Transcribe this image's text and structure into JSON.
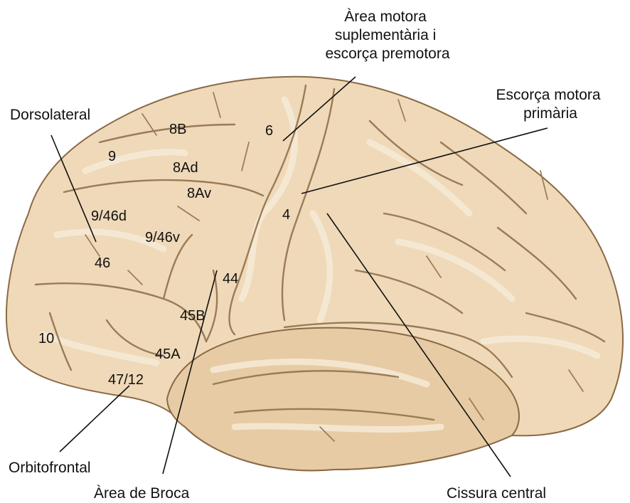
{
  "labels": {
    "sma": [
      "Àrea motora",
      "suplementària i",
      "escorça premotora"
    ],
    "primary_motor": [
      "Escorça motora",
      "primària"
    ],
    "dorsolateral": "Dorsolateral",
    "orbitofrontal": "Orbitofrontal",
    "broca": "Àrea de Broca",
    "central_sulcus": "Cissura central"
  },
  "areas": [
    "8B",
    "6",
    "9",
    "8Ad",
    "8Av",
    "9/46d",
    "4",
    "9/46v",
    "46",
    "44",
    "45B",
    "10",
    "45A",
    "47/12"
  ],
  "colors": {
    "brain_fill": "#efd9b8",
    "brain_outline": "#8a6a45",
    "sulcus": "#9a7b57",
    "highlight": "#f6ead7",
    "temporal_fill": "#e6cba4"
  }
}
